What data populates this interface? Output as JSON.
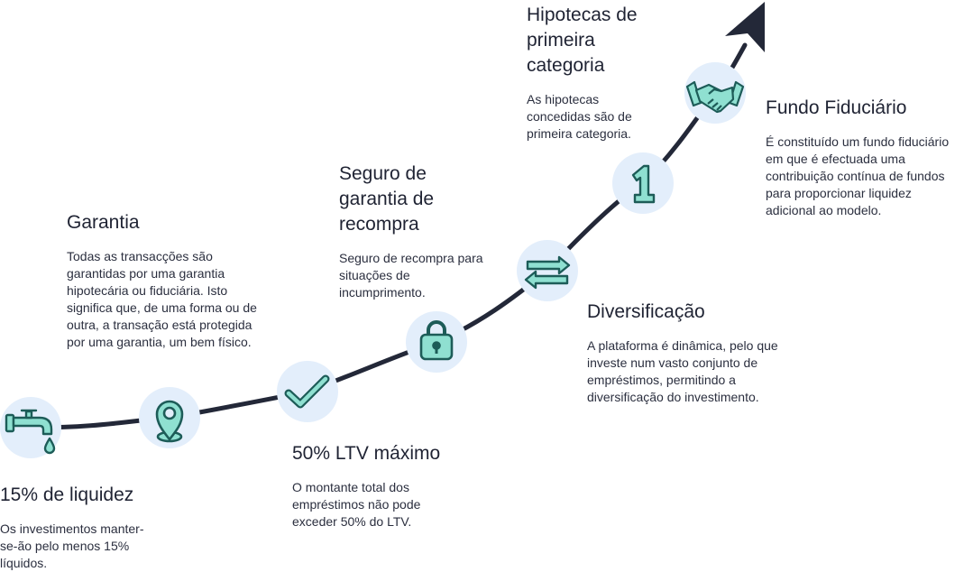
{
  "colors": {
    "path": "#232838",
    "circle_fill": "#e3eefb",
    "icon_fill": "#8fe0d1",
    "icon_stroke": "#1d5c58"
  },
  "steps": [
    {
      "icon": "faucet-icon",
      "title": "15% de liquidez",
      "desc": "Os investimentos manter-se-ão pelo menos 15% líquidos."
    },
    {
      "icon": "location-pin-icon",
      "title": "Garantia",
      "desc": "Todas as transacções são garantidas por uma garantia hipotecária ou fiduciária. Isto significa que, de uma forma ou de outra, a transação está protegida por uma garantia, um bem físico."
    },
    {
      "icon": "checkmark-icon",
      "title": "50% LTV máximo",
      "desc": "O montante total dos empréstimos não pode exceder 50% do LTV."
    },
    {
      "icon": "padlock-icon",
      "title": "Seguro de garantia de recompra",
      "desc": "Seguro de recompra para situações de incumprimento."
    },
    {
      "icon": "swap-arrows-icon",
      "title": "Diversificação",
      "desc": "A plataforma é dinâmica, pelo que investe num vasto conjunto de empréstimos, permitindo a diversificação do investimento."
    },
    {
      "icon": "number-one-icon",
      "title": "Hipotecas de primeira categoria",
      "desc": "As hipotecas concedidas são de primeira categoria."
    },
    {
      "icon": "handshake-icon",
      "title": "Fundo Fiduciário",
      "desc": "É constituído um fundo fiduciário em que é efectuada uma contribuição contínua de fundos para proporcionar liquidez adicional ao modelo."
    }
  ]
}
